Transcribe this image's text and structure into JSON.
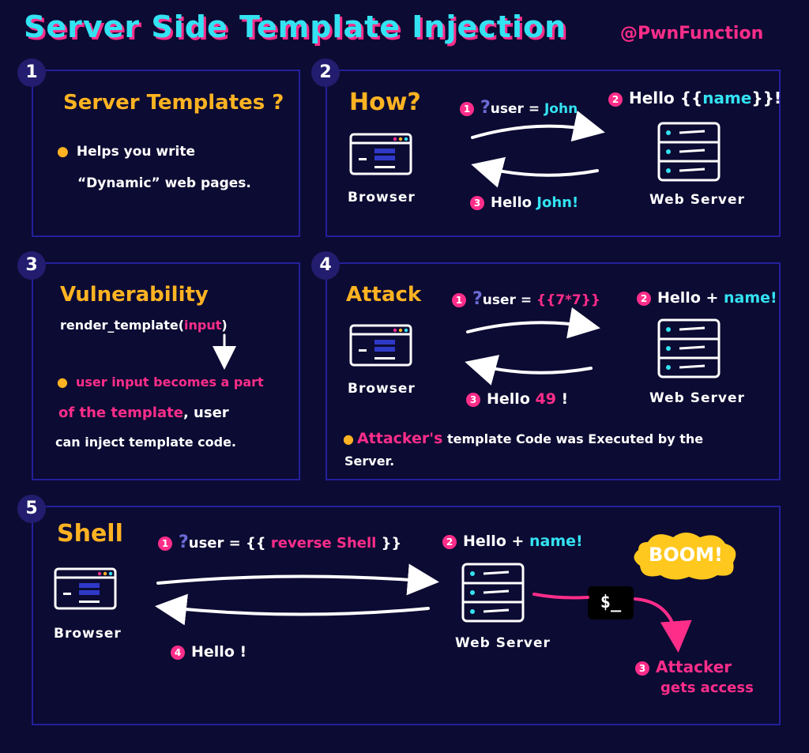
{
  "header": {
    "title": "Server Side Template Injection",
    "handle": "@PwnFunction"
  },
  "panel1": {
    "num": "1",
    "heading": "Server Templates ?",
    "bullet_line1": "Helps you write",
    "bullet_line2": "“Dynamic” web pages."
  },
  "panel2": {
    "num": "2",
    "heading": "How?",
    "req_badge": "1",
    "req_q": "?",
    "req_text": "user = ",
    "req_value": "John",
    "tpl_badge": "2",
    "tpl_prefix": "Hello ",
    "tpl_braces_open": "{{",
    "tpl_var": "name",
    "tpl_braces_close": "}}!",
    "resp_badge": "3",
    "resp_prefix": "Hello ",
    "resp_value": "John!",
    "browser": "Browser",
    "server": "Web Server"
  },
  "panel3": {
    "num": "3",
    "heading": "Vulnerability",
    "fn_prefix": "render_template(",
    "fn_arg": "input",
    "fn_suffix": ")",
    "b_part1": "user input becomes a part",
    "b_part2": "of the template",
    "b_part3": ", user",
    "b_line3": "can inject template code."
  },
  "panel4": {
    "num": "4",
    "heading": "Attack",
    "req_badge": "1",
    "req_q": "?",
    "req_text": "user = ",
    "req_value": "{{7*7}}",
    "tpl_badge": "2",
    "tpl_prefix": "Hello + ",
    "tpl_var": "name!",
    "resp_badge": "3",
    "resp_prefix": "Hello ",
    "resp_value": "49",
    "resp_suffix": " !",
    "browser": "Browser",
    "server": "Web Server",
    "note_pink": "Attacker's",
    "note_rest": " template Code was Executed by the",
    "note_line2": "Server."
  },
  "panel5": {
    "num": "5",
    "heading": "Shell",
    "req_badge": "1",
    "req_q": "?",
    "req_text": "user = {{ ",
    "req_value": "reverse Shell",
    "req_close": " }}",
    "tpl_badge": "2",
    "tpl_prefix": "Hello + ",
    "tpl_var": "name!",
    "resp_badge": "4",
    "resp_text": "Hello !",
    "browser": "Browser",
    "server": "Web Server",
    "terminal": "$_",
    "boom": "BOOM!",
    "access_badge": "3",
    "access_line1": "Attacker",
    "access_line2": "gets access"
  }
}
